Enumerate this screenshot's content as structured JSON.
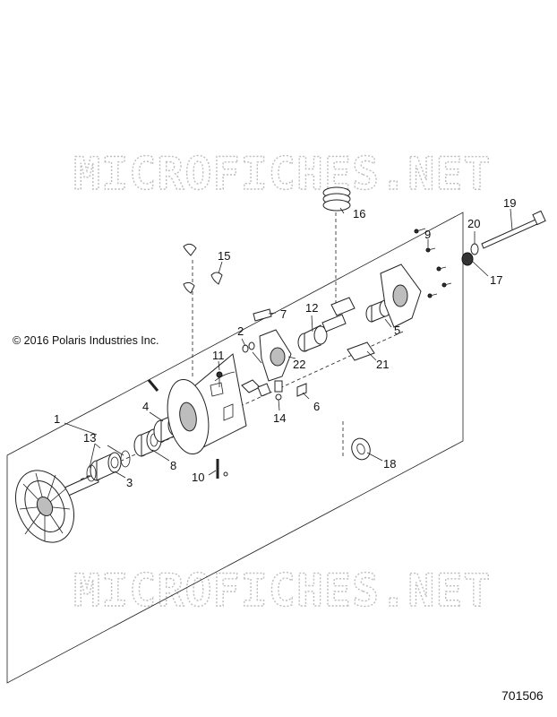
{
  "watermarks": [
    "MICROFICHES.NET",
    "MICROFICHES.NET"
  ],
  "copyright": "© 2016 Polaris Industries Inc.",
  "diagram_id": "701506",
  "callouts": [
    "1",
    "2",
    "3",
    "4",
    "5",
    "6",
    "7",
    "8",
    "9",
    "10",
    "11",
    "12",
    "13",
    "14",
    "15",
    "16",
    "17",
    "18",
    "19",
    "20",
    "21",
    "22"
  ]
}
